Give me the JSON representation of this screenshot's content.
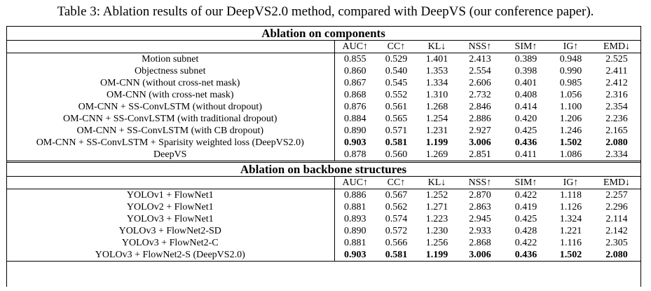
{
  "caption": "Table 3: Ablation results of our DeepVS2.0 method, compared with DeepVS (our conference paper).",
  "metrics": [
    "AUC↑",
    "CC↑",
    "KL↓",
    "NSS↑",
    "SIM↑",
    "IG↑",
    "EMD↓"
  ],
  "sections": [
    {
      "title": "Ablation on components",
      "rows": [
        {
          "name": "Motion subnet",
          "values": [
            "0.855",
            "0.529",
            "1.401",
            "2.413",
            "0.389",
            "0.948",
            "2.525"
          ],
          "bold": false
        },
        {
          "name": "Objectness subnet",
          "values": [
            "0.860",
            "0.540",
            "1.353",
            "2.554",
            "0.398",
            "0.990",
            "2.411"
          ],
          "bold": false
        },
        {
          "name": "OM-CNN (without cross-net mask)",
          "values": [
            "0.867",
            "0.545",
            "1.334",
            "2.606",
            "0.401",
            "0.985",
            "2.412"
          ],
          "bold": false
        },
        {
          "name": "OM-CNN (with cross-net mask)",
          "values": [
            "0.868",
            "0.552",
            "1.310",
            "2.732",
            "0.408",
            "1.056",
            "2.316"
          ],
          "bold": false
        },
        {
          "name": "OM-CNN + SS-ConvLSTM (without dropout)",
          "values": [
            "0.876",
            "0.561",
            "1.268",
            "2.846",
            "0.414",
            "1.100",
            "2.354"
          ],
          "bold": false
        },
        {
          "name": "OM-CNN + SS-ConvLSTM (with traditional dropout)",
          "values": [
            "0.884",
            "0.565",
            "1.254",
            "2.886",
            "0.420",
            "1.206",
            "2.236"
          ],
          "bold": false
        },
        {
          "name": "OM-CNN + SS-ConvLSTM (with CB dropout)",
          "values": [
            "0.890",
            "0.571",
            "1.231",
            "2.927",
            "0.425",
            "1.246",
            "2.165"
          ],
          "bold": false
        },
        {
          "name": "OM-CNN + SS-ConvLSTM + Sparisity weighted loss (DeepVS2.0)",
          "values": [
            "0.903",
            "0.581",
            "1.199",
            "3.006",
            "0.436",
            "1.502",
            "2.080"
          ],
          "bold": true
        },
        {
          "name": "DeepVS",
          "values": [
            "0.878",
            "0.560",
            "1.269",
            "2.851",
            "0.411",
            "1.086",
            "2.334"
          ],
          "bold": false
        }
      ]
    },
    {
      "title": "Ablation on backbone structures",
      "rows": [
        {
          "name": "YOLOv1 + FlowNet1",
          "values": [
            "0.886",
            "0.567",
            "1.252",
            "2.870",
            "0.422",
            "1.118",
            "2.257"
          ],
          "bold": false
        },
        {
          "name": "YOLOv2 + FlowNet1",
          "values": [
            "0.881",
            "0.562",
            "1.271",
            "2.863",
            "0.419",
            "1.126",
            "2.296"
          ],
          "bold": false
        },
        {
          "name": "YOLOv3 + FlowNet1",
          "values": [
            "0.893",
            "0.574",
            "1.223",
            "2.945",
            "0.425",
            "1.324",
            "2.114"
          ],
          "bold": false
        },
        {
          "name": "YOLOv3 + FlowNet2-SD",
          "values": [
            "0.890",
            "0.572",
            "1.230",
            "2.933",
            "0.428",
            "1.221",
            "2.142"
          ],
          "bold": false
        },
        {
          "name": "YOLOv3 + FlowNet2-C",
          "values": [
            "0.881",
            "0.566",
            "1.256",
            "2.868",
            "0.422",
            "1.116",
            "2.305"
          ],
          "bold": false
        },
        {
          "name": "YOLOv3 + FlowNet2-S (DeepVS2.0)",
          "values": [
            "0.903",
            "0.581",
            "1.199",
            "3.006",
            "0.436",
            "1.502",
            "2.080"
          ],
          "bold": true
        }
      ]
    }
  ]
}
